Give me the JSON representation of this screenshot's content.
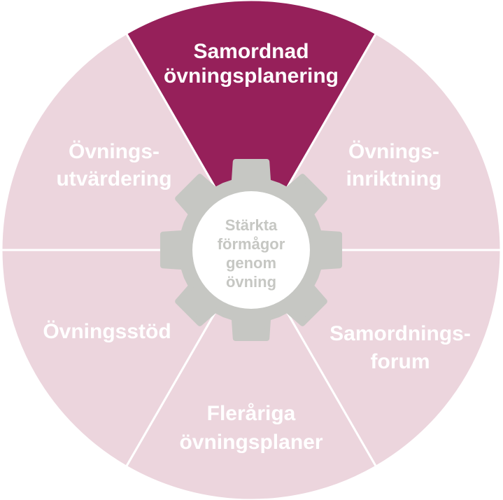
{
  "colors": {
    "active": "#96205a",
    "inactive": "#ecd5dd",
    "gear": "#c6c7c3",
    "separator": "#ffffff"
  },
  "center": {
    "lines": [
      "Stärkta",
      "förmågor",
      "genom",
      "övning"
    ]
  },
  "segments": [
    {
      "lines": [
        "Samordnad",
        "övningsplanering"
      ],
      "active": true
    },
    {
      "lines": [
        "Övnings-",
        "inriktning"
      ],
      "active": false
    },
    {
      "lines": [
        "Samordnings-",
        "forum"
      ],
      "active": false
    },
    {
      "lines": [
        "Fleråriga",
        "övningsplaner"
      ],
      "active": false
    },
    {
      "lines": [
        "Övningsstöd"
      ],
      "active": false
    },
    {
      "lines": [
        "Övnings-",
        "utvärdering"
      ],
      "active": false
    }
  ]
}
